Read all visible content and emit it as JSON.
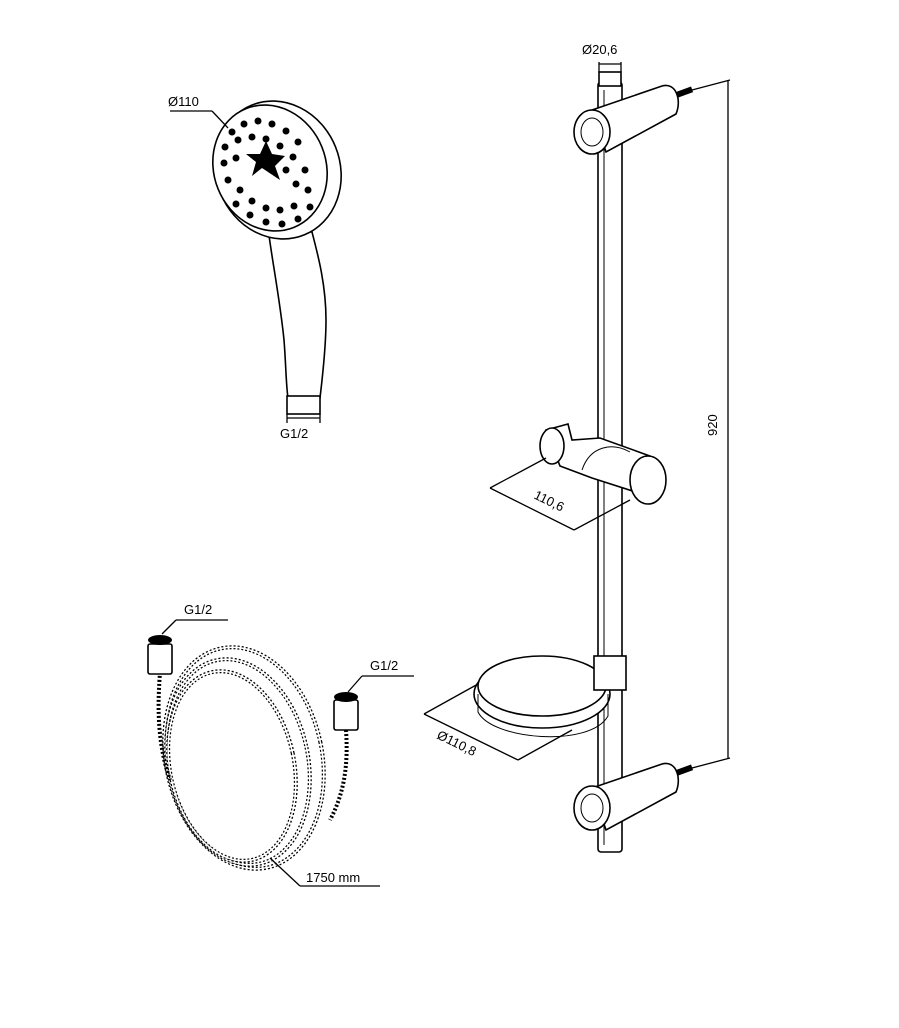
{
  "drawing": {
    "labels": {
      "head_diameter": "Ø110",
      "head_thread": "G1/2",
      "rail_diameter": "Ø20,6",
      "rail_length": "920",
      "holder_depth": "110,6",
      "dish_diameter": "Ø110,8",
      "hose_thread_left": "G1/2",
      "hose_thread_right": "G1/2",
      "hose_length": "1750 mm"
    }
  }
}
